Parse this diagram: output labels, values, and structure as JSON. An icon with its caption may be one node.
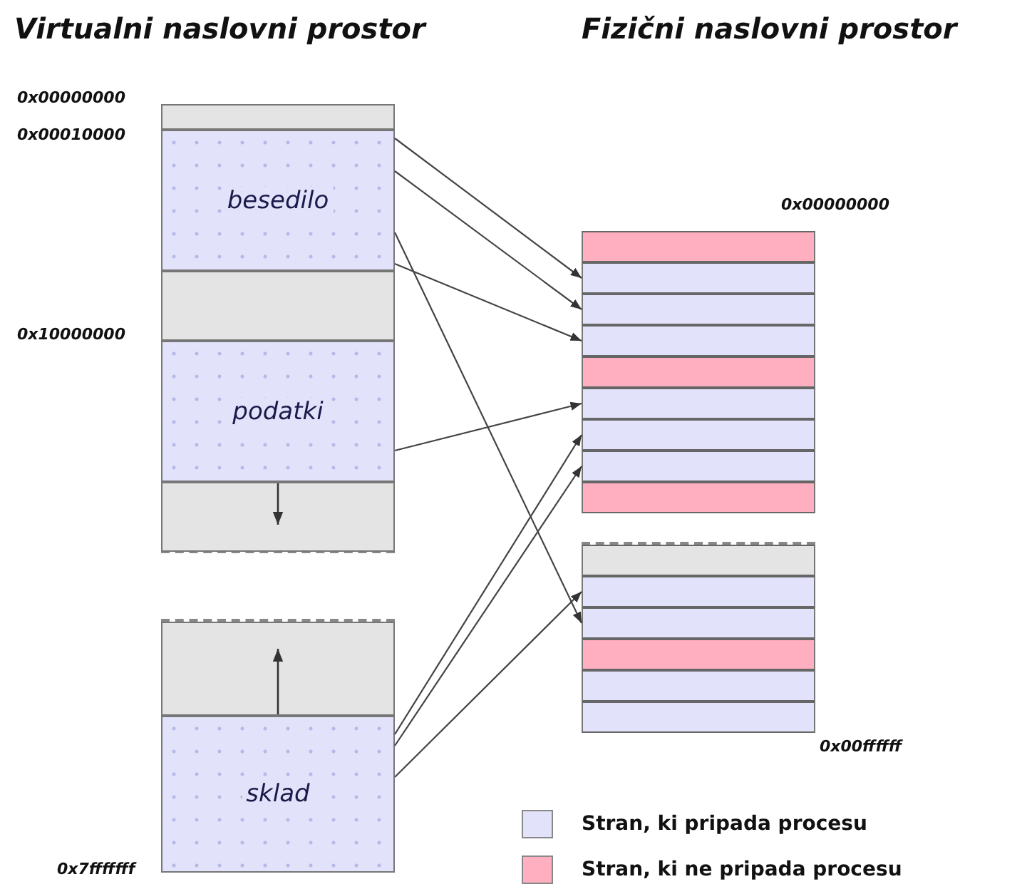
{
  "diagram": {
    "nodes": [
      {
        "text": [],
        "shape": "box"
      },
      {
        "text": [
          "besedilo"
        ]
      },
      {
        "text": [],
        "shape": "box"
      },
      {
        "text": [
          "podatki"
        ]
      },
      {
        "text": [],
        "shape": "box"
      },
      {
        "text": [],
        "shape": "box"
      },
      {
        "text": [
          "sklad"
        ]
      },
      {
        "text": [],
        "shape": "bar"
      },
      {
        "text": [],
        "shape": "bar"
      },
      {
        "text": [],
        "shape": "bar"
      },
      {
        "text": [],
        "shape": "bar"
      },
      {
        "text": [],
        "shape": "bar"
      },
      {
        "text": [],
        "shape": "bar"
      },
      {
        "text": [],
        "shape": "bar"
      },
      {
        "text": [],
        "shape": "bar"
      },
      {
        "text": [],
        "shape": "bar"
      },
      {
        "text": [],
        "shape": "bar"
      },
      {
        "text": [],
        "shape": "bar"
      },
      {
        "text": [],
        "shape": "bar"
      },
      {
        "text": [],
        "shape": "bar"
      },
      {
        "text": [],
        "shape": "bar"
      },
      {
        "text": [],
        "shape": "bar"
      }
    ],
    "edges": [
      {
        "from": 1,
        "to": 8,
        "arrow": "to"
      },
      {
        "from": 1,
        "to": 9,
        "arrow": "to"
      },
      {
        "from": 1,
        "to": 18,
        "arrow": "to"
      },
      {
        "from": 1,
        "to": 10,
        "arrow": "to"
      },
      {
        "from": 3,
        "to": 12,
        "arrow": "to"
      },
      {
        "from": 6,
        "to": 13,
        "arrow": "to"
      },
      {
        "from": 6,
        "to": 14,
        "arrow": "to"
      },
      {
        "from": 6,
        "to": 17,
        "arrow": "to"
      }
    ],
    "labels": [
      "Virtualni naslovni prostor",
      "Fizični naslovni prostor",
      "0x00000000",
      "0x00010000",
      "0x10000000",
      "0x7fffffff",
      "0x00000000",
      "0x00ffffff"
    ],
    "legend": [
      {
        "text": "Stran, ki pripada procesu",
        "color": "#e2e2fa"
      },
      {
        "text": "Stran, ki ne pripada procesu",
        "color": "#ffafc0"
      }
    ]
  }
}
